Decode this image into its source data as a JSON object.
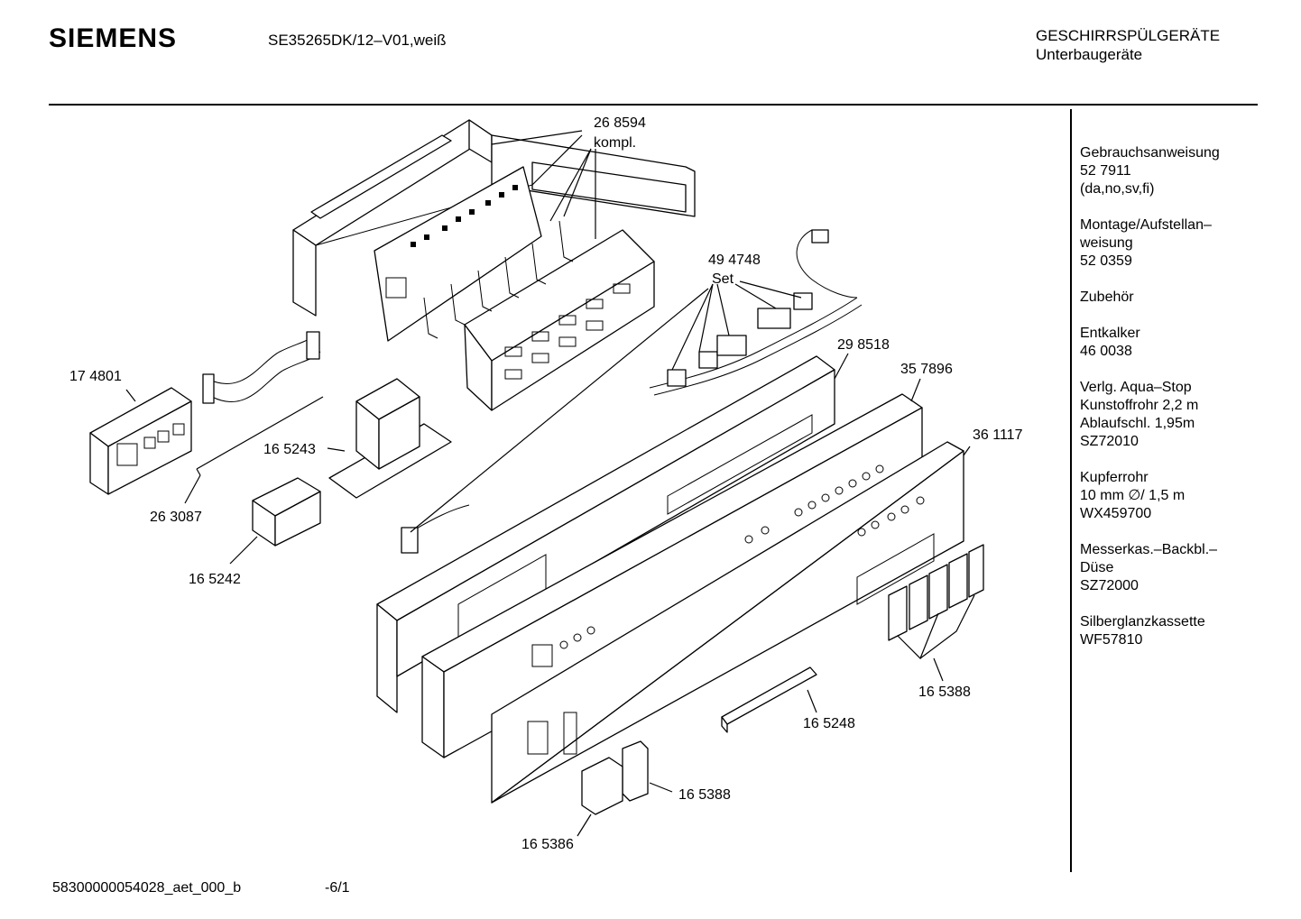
{
  "header": {
    "brand": "SIEMENS",
    "model": "SE35265DK/12–V01,weiß",
    "category_line1": "GESCHIRRSPÜLGERÄTE",
    "category_line2": "Unterbaugeräte"
  },
  "sidebar": {
    "blocks": [
      "Gebrauchsanweisung\n52 7911\n(da,no,sv,fi)",
      "Montage/Aufstellan–\nweisung\n52 0359",
      "",
      "Zubehör",
      "Entkalker\n46 0038",
      "Verlg. Aqua–Stop\nKunstoffrohr 2,2 m\nAblaufschl. 1,95m\nSZ72010",
      "Kupferrohr\n10 mm ∅/ 1,5 m\nWX459700",
      "Messerkas.–Backbl.–\nDüse\nSZ72000",
      "Silberglanzkassette\nWF57810"
    ]
  },
  "parts": {
    "p268594": "26 8594",
    "p268594_sub": "kompl.",
    "p494748": "49 4748",
    "p494748_sub": "Set",
    "p174801": "17 4801",
    "p263087": "26 3087",
    "p165243": "16 5243",
    "p165242": "16 5242",
    "p298518": "29 8518",
    "p357896": "35 7896",
    "p361117": "36 1117",
    "p165388a": "16 5388",
    "p165248": "16 5248",
    "p165388b": "16 5388",
    "p165386": "16 5386"
  },
  "footer": {
    "doc_id": "58300000054028_aet_000_b",
    "page": "-6/1"
  }
}
